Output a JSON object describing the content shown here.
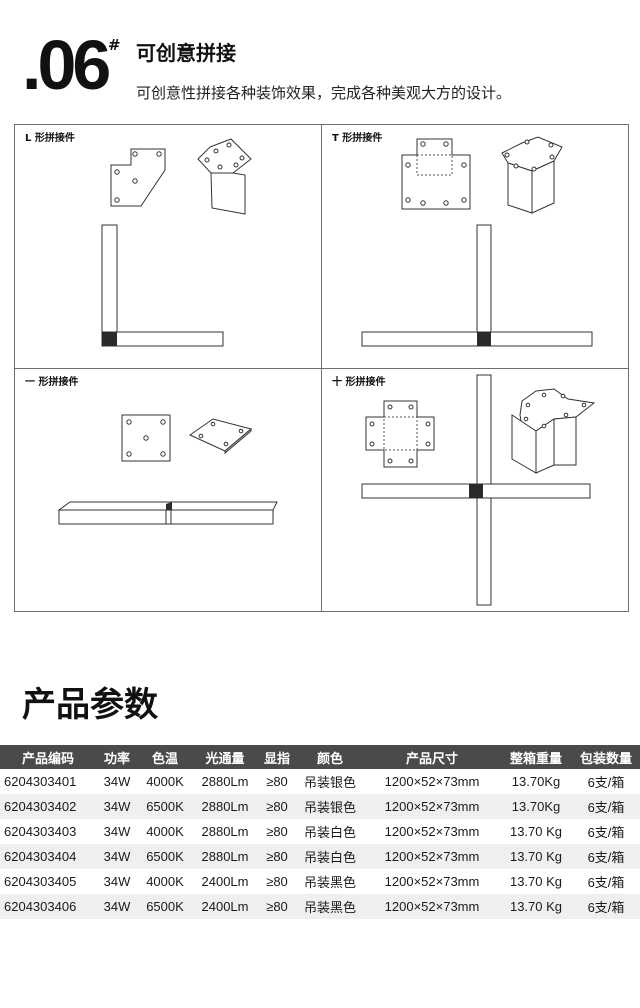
{
  "header": {
    "number": ".06",
    "mark": "#",
    "title": "可创意拼接",
    "description": "可创意性拼接各种装饰效果，完成各种美观大方的设计。"
  },
  "panels": [
    {
      "label": "L 形拼接件",
      "icon": "l-joint-illustration"
    },
    {
      "label": "T 形拼接件",
      "icon": "t-joint-illustration"
    },
    {
      "label": "一 形拼接件",
      "icon": "straight-joint-illustration"
    },
    {
      "label": "十 形拼接件",
      "icon": "cross-joint-illustration"
    }
  ],
  "params": {
    "title": "产品参数",
    "columns": [
      "产品编码",
      "功率",
      "色温",
      "光通量",
      "显指",
      "颜色",
      "产品尺寸",
      "整箱重量",
      "包装数量"
    ],
    "rows": [
      [
        "6204303401",
        "34W",
        "4000K",
        "2880Lm",
        "≥80",
        "吊装银色",
        "1200×52×73mm",
        "13.70Kg",
        "6支/箱"
      ],
      [
        "6204303402",
        "34W",
        "6500K",
        "2880Lm",
        "≥80",
        "吊装银色",
        "1200×52×73mm",
        "13.70Kg",
        "6支/箱"
      ],
      [
        "6204303403",
        "34W",
        "4000K",
        "2880Lm",
        "≥80",
        "吊装白色",
        "1200×52×73mm",
        "13.70 Kg",
        "6支/箱"
      ],
      [
        "6204303404",
        "34W",
        "6500K",
        "2880Lm",
        "≥80",
        "吊装白色",
        "1200×52×73mm",
        "13.70 Kg",
        "6支/箱"
      ],
      [
        "6204303405",
        "34W",
        "4000K",
        "2400Lm",
        "≥80",
        "吊装黑色",
        "1200×52×73mm",
        "13.70 Kg",
        "6支/箱"
      ],
      [
        "6204303406",
        "34W",
        "6500K",
        "2400Lm",
        "≥80",
        "吊装黑色",
        "1200×52×73mm",
        "13.70 Kg",
        "6支/箱"
      ]
    ]
  },
  "colors": {
    "header_bg": "#4a4a4a",
    "alt_row_bg": "#efefef",
    "joint_fill": "#2a2a2a"
  }
}
